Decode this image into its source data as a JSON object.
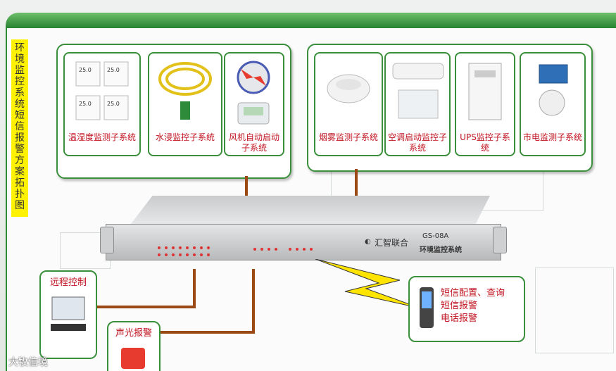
{
  "title": "环境监控系统短信报警方案拓扑图",
  "left_group": [
    {
      "label": "温湿度监测子系统",
      "icon": "thermometer-icon"
    },
    {
      "label": "水浸监控子系统",
      "icon": "water-sensor-icon"
    },
    {
      "label": "风机自动启动子系统",
      "icon": "fan-icon"
    }
  ],
  "right_group": [
    {
      "label": "烟雾监测子系统",
      "icon": "smoke-detector-icon"
    },
    {
      "label": "空调启动监控子系统",
      "icon": "ac-icon"
    },
    {
      "label": "UPS监控子系统",
      "icon": "ups-icon"
    },
    {
      "label": "市电监测子系统",
      "icon": "power-monitor-icon"
    }
  ],
  "device": {
    "brand": "汇智联合",
    "model": "GS-08A",
    "name": "环境监控系统"
  },
  "bottom_left": {
    "remote_label": "远程控制",
    "alarm_label": "声光报警"
  },
  "phone_box": {
    "lines": [
      "短信配置、查询",
      "短信报警",
      "电话报警"
    ]
  },
  "watermark": "大牧信境",
  "colors": {
    "green": "#2f8a34",
    "red_text": "#c1121f",
    "cable": "#9b4a16",
    "yellow": "#fff200"
  }
}
